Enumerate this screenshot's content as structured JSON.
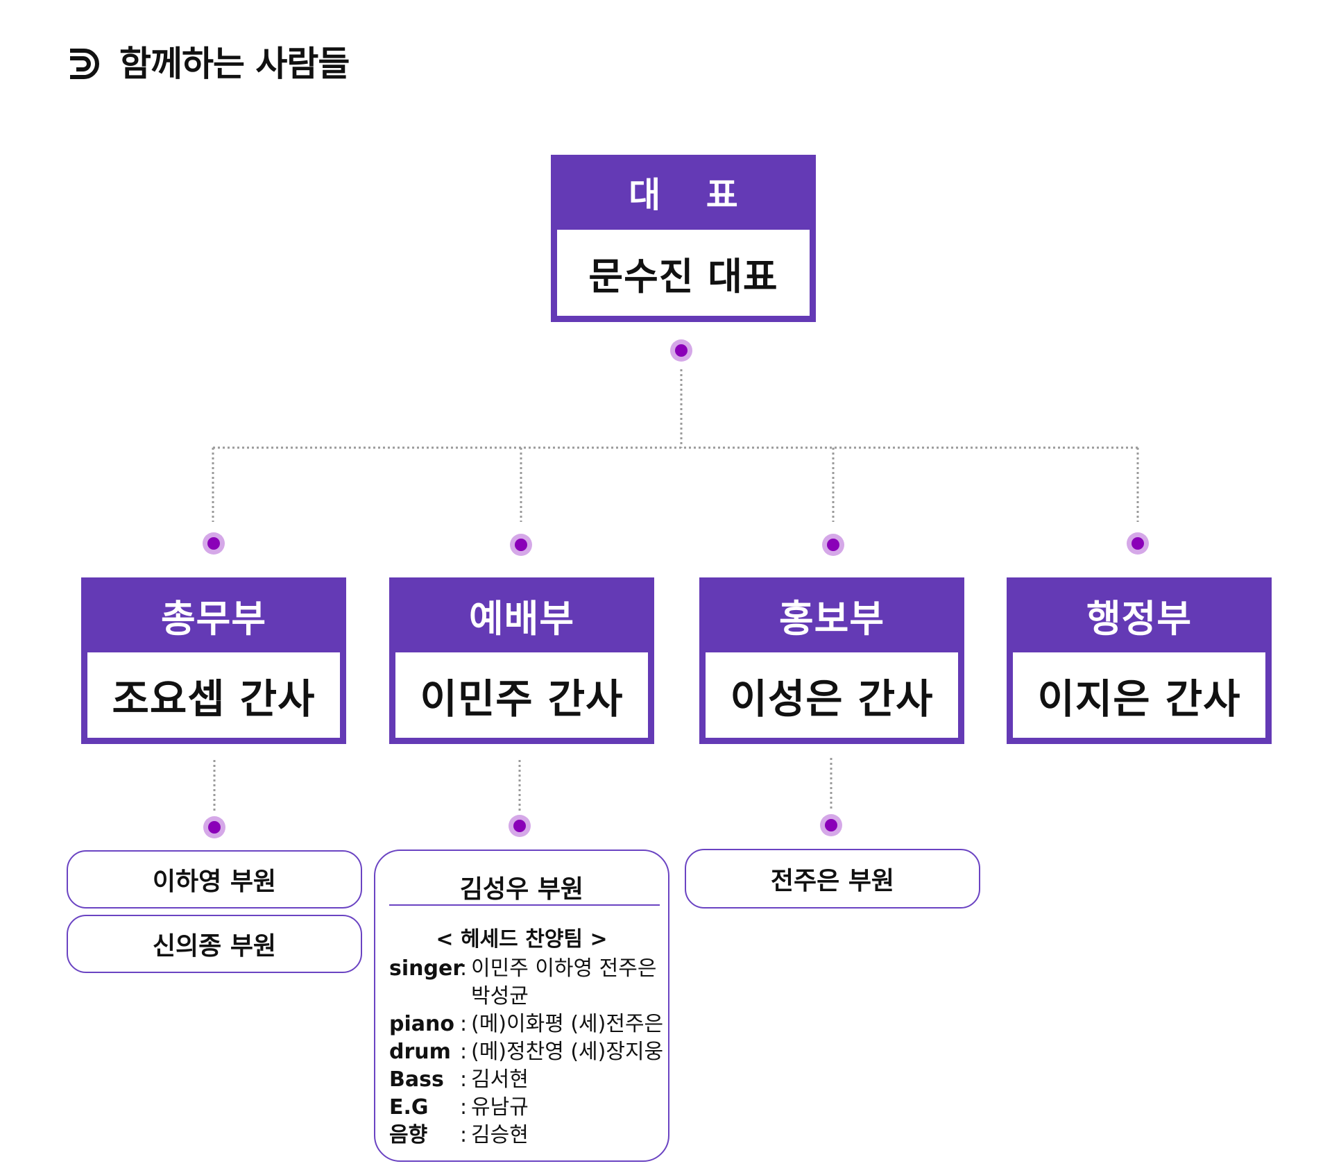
{
  "page": {
    "title": "함께하는 사람들",
    "logo_icon": "d-logo-icon"
  },
  "colors": {
    "accent": "#643AB5",
    "member_border": "#6A43C2",
    "node_inner": "#8A00B8",
    "node_outer": "#D5A8E8",
    "line": "#9A9A9A"
  },
  "ceo": {
    "title": "대 표",
    "name": "문수진 대표"
  },
  "departments": [
    {
      "title": "총무부",
      "leader": "조요셉 간사",
      "members": [
        "이하영 부원",
        "신의종 부원"
      ]
    },
    {
      "title": "예배부",
      "leader": "이민주 간사",
      "members": [
        "김성우 부원"
      ]
    },
    {
      "title": "홍보부",
      "leader": "이성은 간사",
      "members": [
        "전주은 부원"
      ]
    },
    {
      "title": "행정부",
      "leader": "이지은 간사",
      "members": []
    }
  ],
  "worship_team": {
    "name": "< 헤세드 찬양팀 >",
    "roster": [
      {
        "role": "singer",
        "sep": ":",
        "value": "이민주 이하영 전주은\n박성균"
      },
      {
        "role": "piano",
        "sep": ":",
        "value": "(메)이화평 (세)전주은"
      },
      {
        "role": "drum",
        "sep": ":",
        "value": "(메)정찬영 (세)장지웅"
      },
      {
        "role": "Bass",
        "sep": ":",
        "value": "김서현"
      },
      {
        "role": "E.G",
        "sep": ":",
        "value": "유남규"
      },
      {
        "role": "음향",
        "sep": ":",
        "value": "김승현"
      }
    ]
  }
}
